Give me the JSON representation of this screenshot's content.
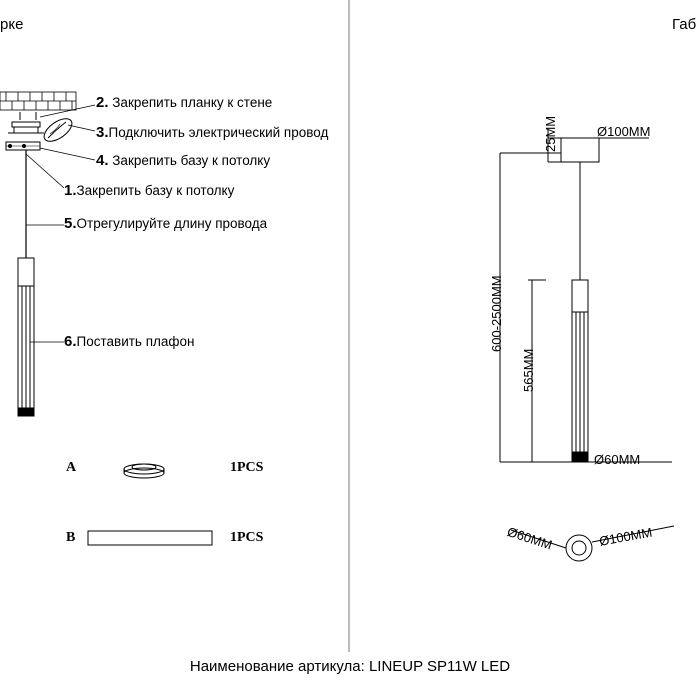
{
  "headers": {
    "left_fragment": "рке",
    "right_fragment": "Габ"
  },
  "steps": [
    {
      "num": "2.",
      "text": "Закрепить планку к стене"
    },
    {
      "num": "3.",
      "text": "Подключить электрический провод"
    },
    {
      "num": "4.",
      "text": "Закрепить базу к потолку"
    },
    {
      "num": "1.",
      "text": "Закрепить базу к потолку"
    },
    {
      "num": "5.",
      "text": "Отрегулируйте длину провода"
    },
    {
      "num": "6.",
      "text": "Поставить плафон"
    }
  ],
  "parts": [
    {
      "letter": "A",
      "qty": "1PCS"
    },
    {
      "letter": "B",
      "qty": "1PCS"
    }
  ],
  "dimensions": {
    "base_height": "25MM",
    "base_diameter": "Ø100MM",
    "cord_length": "600-2500MM",
    "shade_length": "565MM",
    "shade_diameter": "Ø60MM",
    "bottom_small": "Ø60MM",
    "bottom_large": "Ø100MM"
  },
  "article": "Наименование артикула: LINEUP SP11W LED"
}
